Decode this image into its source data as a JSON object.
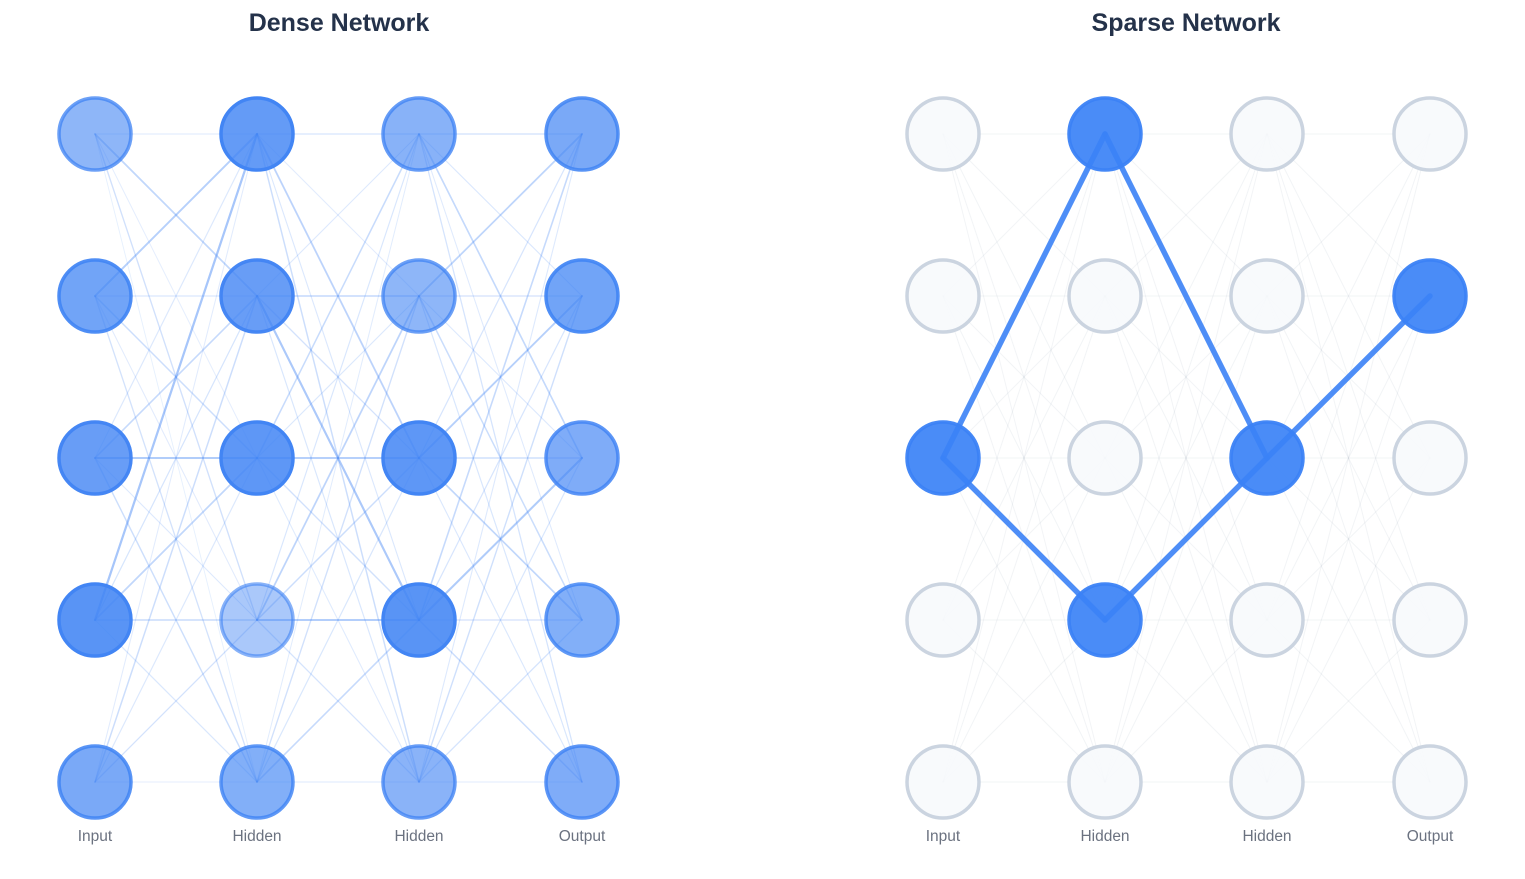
{
  "panels": [
    {
      "title": "Dense Network",
      "type": "dense",
      "layers": [
        "Input",
        "Hidden",
        "Hidden",
        "Output"
      ],
      "rows_per_layer": 5,
      "node_activations": [
        [
          0.6,
          0.75,
          0.8,
          0.88,
          0.7
        ],
        [
          0.82,
          0.8,
          0.85,
          0.45,
          0.66
        ],
        [
          0.63,
          0.6,
          0.85,
          0.88,
          0.62
        ],
        [
          0.7,
          0.75,
          0.68,
          0.66,
          0.68
        ]
      ],
      "edge_weights": [
        [
          0.18,
          0.45,
          0.12,
          0.3,
          0.1,
          0.55,
          0.22,
          0.35,
          0.15,
          0.28,
          0.2,
          0.4,
          0.6,
          0.18,
          0.33,
          0.7,
          0.25,
          0.45,
          0.38,
          0.22,
          0.15,
          0.35,
          0.2,
          0.28,
          0.12
        ],
        [
          0.25,
          0.15,
          0.5,
          0.2,
          0.35,
          0.18,
          0.42,
          0.28,
          0.65,
          0.22,
          0.38,
          0.2,
          0.55,
          0.3,
          0.16,
          0.22,
          0.48,
          0.35,
          0.58,
          0.26,
          0.14,
          0.3,
          0.22,
          0.4,
          0.18
        ],
        [
          0.3,
          0.2,
          0.42,
          0.16,
          0.26,
          0.48,
          0.28,
          0.18,
          0.36,
          0.22,
          0.24,
          0.55,
          0.32,
          0.45,
          0.2,
          0.4,
          0.24,
          0.62,
          0.28,
          0.35,
          0.18,
          0.32,
          0.22,
          0.26,
          0.15
        ]
      ]
    },
    {
      "title": "Sparse Network",
      "type": "sparse",
      "layers": [
        "Input",
        "Hidden",
        "Hidden",
        "Output"
      ],
      "rows_per_layer": 5,
      "active_nodes": [
        [
          0,
          2
        ],
        [
          1,
          0
        ],
        [
          1,
          3
        ],
        [
          2,
          2
        ],
        [
          3,
          1
        ]
      ],
      "active_edges": [
        [
          [
            0,
            2
          ],
          [
            1,
            0
          ]
        ],
        [
          [
            0,
            2
          ],
          [
            1,
            3
          ]
        ],
        [
          [
            1,
            0
          ],
          [
            2,
            2
          ]
        ],
        [
          [
            1,
            3
          ],
          [
            2,
            2
          ]
        ],
        [
          [
            2,
            2
          ],
          [
            3,
            1
          ]
        ]
      ],
      "inactive_edge_opacity": 0.13
    }
  ],
  "colors": {
    "node_blue": "#4285f4",
    "active_blue": "#3b82f6",
    "inactive_fill": "#f7f9fc",
    "inactive_stroke": "#c8d2de",
    "inactive_edge": "#9aa9bc",
    "title_text": "#24324a",
    "label_text": "#6b7280",
    "background": "#ffffff"
  }
}
